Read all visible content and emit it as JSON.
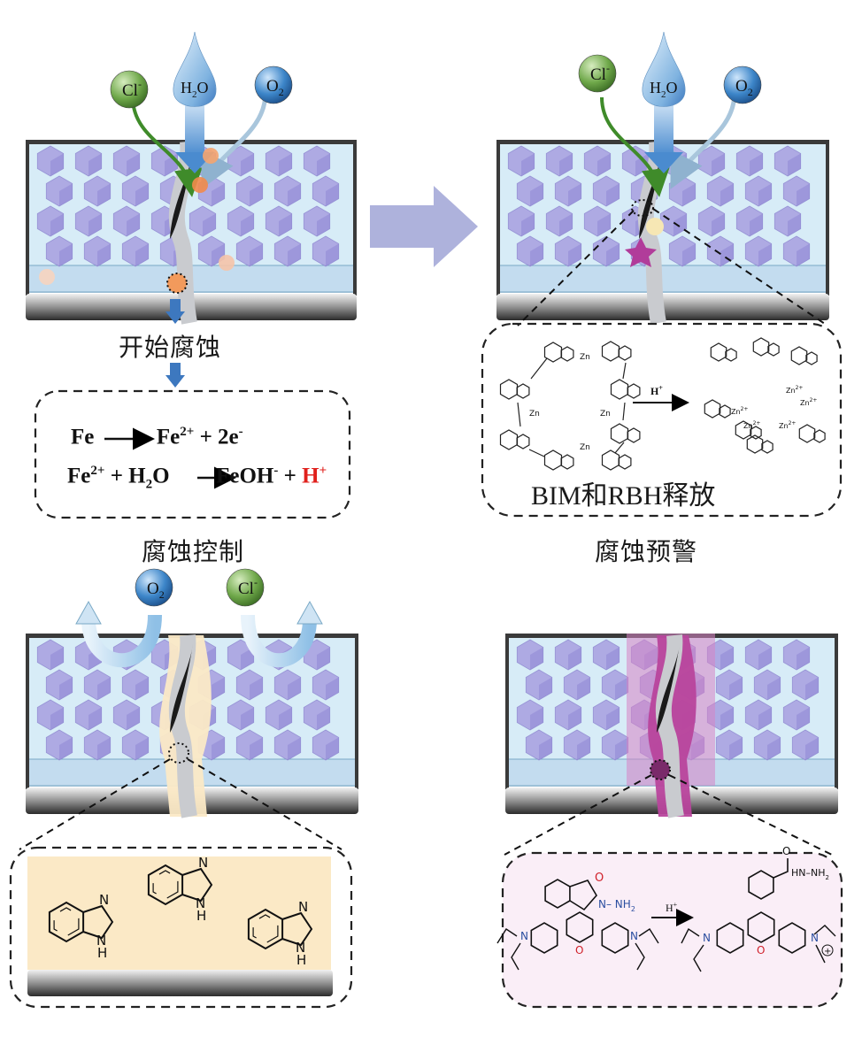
{
  "labels": {
    "cl": "Cl",
    "cl_sup": "-",
    "h2o": "H",
    "h2o_sub": "2",
    "h2o_o": "O",
    "o2": "O",
    "o2_sub": "2"
  },
  "captions": {
    "start_corrosion": "开始腐蚀",
    "corrosion_control": "腐蚀控制",
    "corrosion_warning": "腐蚀预警",
    "release": "BIM和RBH释放"
  },
  "equations": {
    "eq1_left": "Fe",
    "eq1_right": "Fe",
    "eq1_right_sup": "2+",
    "eq1_tail": " + 2e",
    "eq1_tail_sup": "-",
    "eq2_left": "Fe",
    "eq2_left_sup": "2+",
    "eq2_mid": " + H",
    "eq2_mid_sub": "2",
    "eq2_mid_o": "O",
    "eq2_right": "FeOH",
    "eq2_right_sup": "-",
    "eq2_plus": " + ",
    "eq2_h": "H",
    "eq2_h_sup": "+"
  },
  "chem": {
    "h_plus": "H",
    "h_plus_sup": "+",
    "zn": "Zn",
    "zn2": "Zn",
    "zn2_sup": "2+",
    "n": "N",
    "nh": "NH",
    "h": "H",
    "o": "O",
    "nh2": "NH",
    "nh2_sub": "2",
    "n_nh2": "N",
    "n_nh2_tail": "– NH",
    "hn_nh2": "HN–NH",
    "n_plus": "N",
    "plus": "+"
  },
  "colors": {
    "coating": "#d7ecf7",
    "coating_edge": "#7aa9c6",
    "hexagon": "#a79fe0",
    "crack_dark": "#1a1a1a",
    "crack_light": "#c9cbcf",
    "inhibitor": "#fbe9c6",
    "rhodamine": "#b8459c",
    "cl_ball": "#5c9a3a",
    "o2_ball": "#2f73b5",
    "h2o_drop": "#5b9bd5",
    "arrow_big": "#aeb2dc",
    "arrow_small": "#3d78bf"
  }
}
